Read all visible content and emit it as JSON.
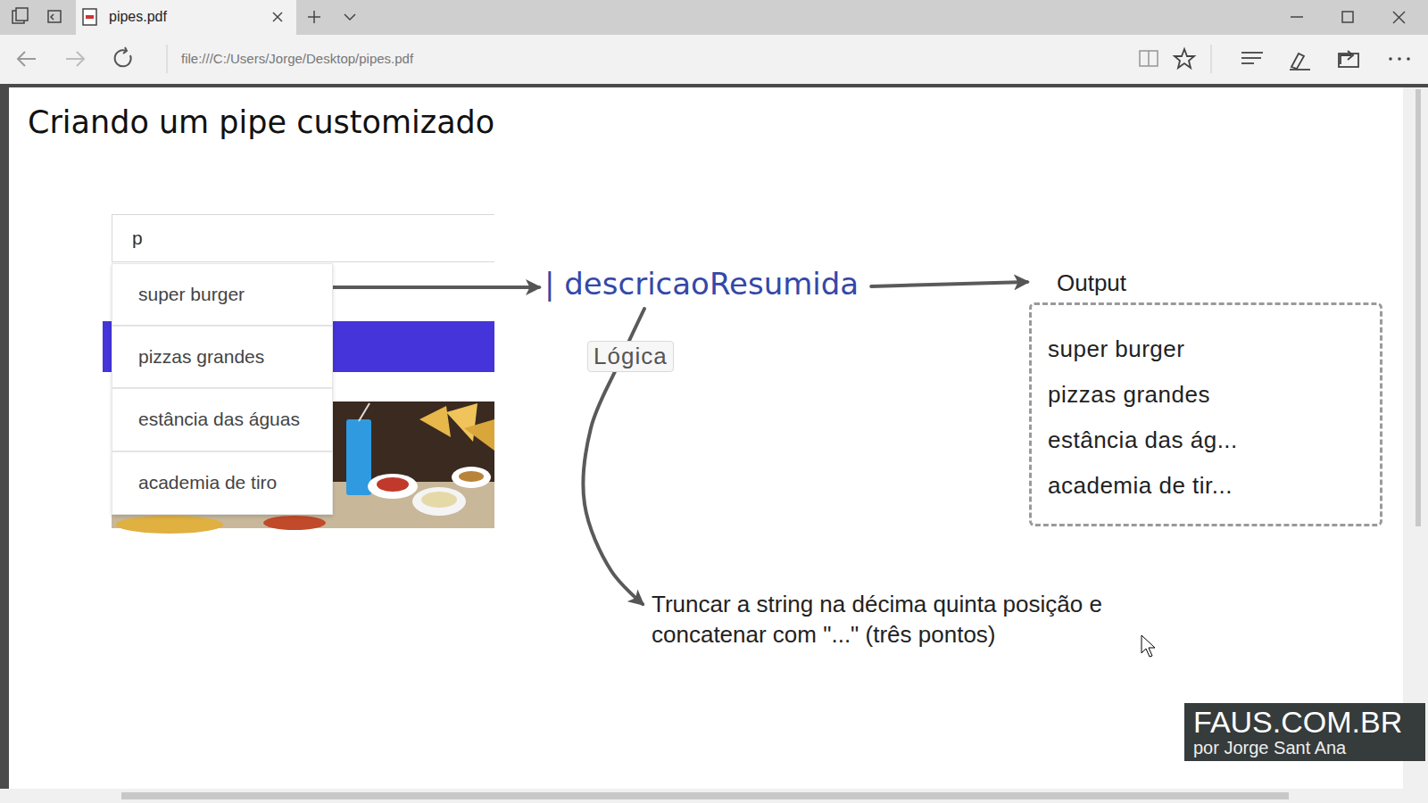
{
  "diagram": {
    "title": "Criando um pipe customizado",
    "nodes": [
      {
        "text": [
          "p"
        ]
      },
      {
        "text": [
          "super burger"
        ]
      },
      {
        "text": [
          "pizzas grandes"
        ]
      },
      {
        "text": [
          "estância das águas"
        ]
      },
      {
        "text": [
          "academia de tiro"
        ]
      },
      {
        "text": [
          "| descricaoResumida"
        ]
      },
      {
        "text": [
          "Output",
          "super burger",
          "pizzas grandes",
          "estância das ág...",
          "academia de tir..."
        ]
      },
      {
        "text": [
          "Truncar a string na décima quinta posição e concatenar com \"...\" (três pontos)"
        ]
      },
      {
        "text": [
          "FAUS.COM.BR",
          "por Jorge Sant Ana"
        ]
      }
    ],
    "edges": [
      {
        "from": 1,
        "to": 5,
        "arrow": "to"
      },
      {
        "from": 5,
        "to": 6,
        "arrow": "to"
      },
      {
        "from": 5,
        "to": 7,
        "label": "Lógica",
        "arrow": "to"
      }
    ],
    "labels": [
      "pipes.pdf",
      "file:///C:/Users/Jorge/Desktop/pipes.pdf"
    ]
  }
}
